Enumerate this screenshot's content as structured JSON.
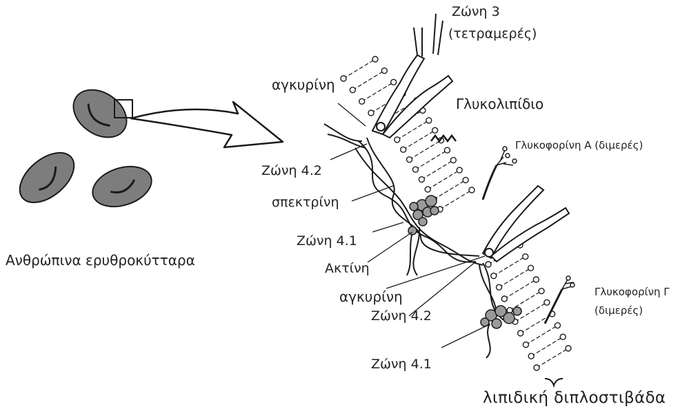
{
  "labels": {
    "rbc": "Ανθρώπινα ερυθροκύτταρα",
    "band3_line1": "Ζώνη 3",
    "band3_line2": "(τετραμερές)",
    "ankyrin_top": "αγκυρίνη",
    "glycolipid": "Γλυκολιπίδιο",
    "glycophorin_a": "Γλυκοφορίνη Α (διμερές)",
    "band42_top": "Ζώνη 4.2",
    "spectrin": "σπεκτρίνη",
    "band41_top": "Ζώνη 4.1",
    "actin": "Ακτίνη",
    "ankyrin_bottom": "αγκυρίνη",
    "band42_bottom": "Ζώνη 4.2",
    "glycophorin_c_line1": "Γλυκοφορίνη Γ",
    "glycophorin_c_line2": "(διμερές)",
    "band41_bottom": "Ζώνη 4.1",
    "bilayer": "λιπιδική διπλοστιβάδα"
  },
  "colors": {
    "cell_fill": "#7d7d7d",
    "cell_stroke": "#1a1a1a",
    "protein_fill": "#9a9a9a",
    "line": "#1a1a1a"
  }
}
